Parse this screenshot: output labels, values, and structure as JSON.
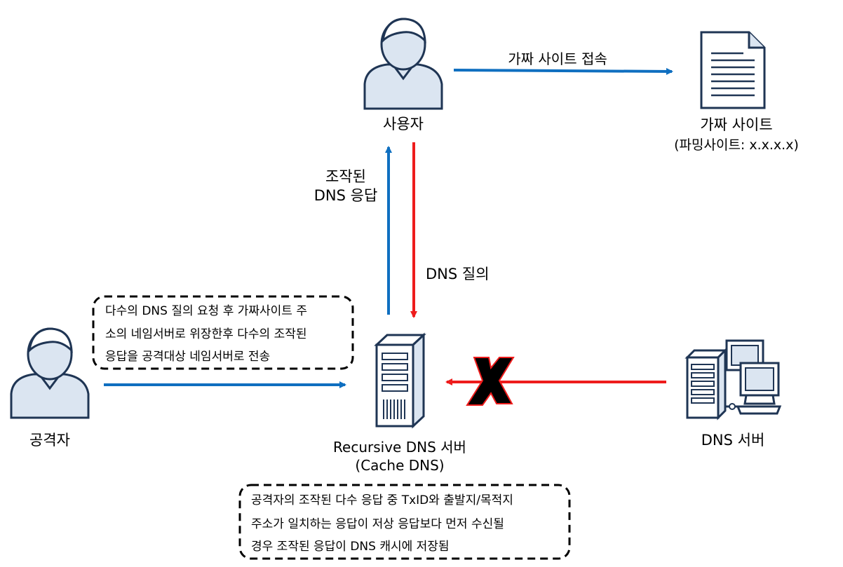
{
  "colors": {
    "blue": "#0f6fc0",
    "red": "#ee1c1c",
    "stroke": "#1f3554",
    "fill": "#dbe5f1",
    "cross": "#000000"
  },
  "nodes": {
    "user": "사용자",
    "fake_site_title": "가짜 사이트",
    "fake_site_sub": "(파밍사이트: x.x.x.x)",
    "attacker": "공격자",
    "recursive_dns_title": "Recursive DNS 서버",
    "recursive_dns_sub": "(Cache DNS)",
    "dns_server": "DNS 서버"
  },
  "edges": {
    "fake_site_access": "가짜 사이트 접속",
    "forged_response_line1": "조작된",
    "forged_response_line2": "DNS 응답",
    "dns_query": "DNS 질의"
  },
  "notes": {
    "attack_note": [
      "다수의 DNS 질의 요청 후 가짜사이트 주",
      "소의 네임서버로 위장한후 다수의 조작된",
      "응답을 공격대상 네임서버로 전송"
    ],
    "cache_note": [
      "공격자의 조작된 다수 응답 중 TxID와 출발지/목적지",
      "주소가 일치하는 응답이 저상 응답보다 먼저 수신될",
      "경우 조작된 응답이 DNS 캐시에 저장됨"
    ]
  },
  "icons": [
    "user-icon",
    "document-icon",
    "attacker-icon",
    "server-icon",
    "dns-server-icon",
    "blocked-cross-icon"
  ]
}
